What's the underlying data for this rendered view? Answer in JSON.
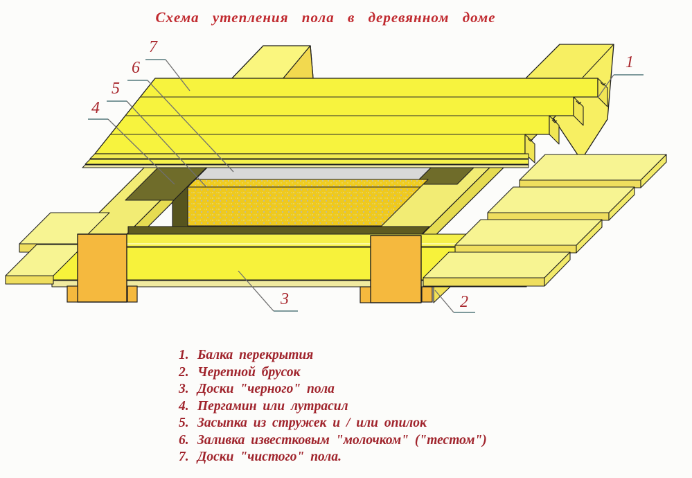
{
  "title": "Схема утепления пола в деревянном доме",
  "diagram": {
    "description": "Isometric cutaway of floor insulation between wooden joists",
    "callouts": [
      {
        "num": "1"
      },
      {
        "num": "2"
      },
      {
        "num": "3"
      },
      {
        "num": "4"
      },
      {
        "num": "5"
      },
      {
        "num": "6"
      },
      {
        "num": "7"
      }
    ],
    "colors": {
      "background": "#fcfcfa",
      "title_red": "#c0292e",
      "legend_red": "#a0242c",
      "wood_bright_yellow": "#f7f33e",
      "wood_light_yellow": "#f7f492",
      "wood_orange": "#f5b93e",
      "pergamin_olive": "#6f6c2a",
      "pergamin_dark_olive": "#56541e",
      "lime_coat_gray": "#d8d8d8",
      "insulation_yellow": "#efc91d",
      "outline": "#1f1f1f"
    }
  },
  "legend": {
    "items": [
      {
        "num": "1.",
        "label": "Балка перекрытия"
      },
      {
        "num": "2.",
        "label": "Черепной брусок"
      },
      {
        "num": "3.",
        "label": "Доски \"черного\" пола"
      },
      {
        "num": "4.",
        "label": "Пергамин или лутрасил"
      },
      {
        "num": "5.",
        "label": "Засыпка из стружек и / или опилок"
      },
      {
        "num": "6.",
        "label": "Заливка известковым \"молочком\" (\"тестом\")"
      },
      {
        "num": "7.",
        "label": "Доски \"чистого\" пола."
      }
    ]
  }
}
